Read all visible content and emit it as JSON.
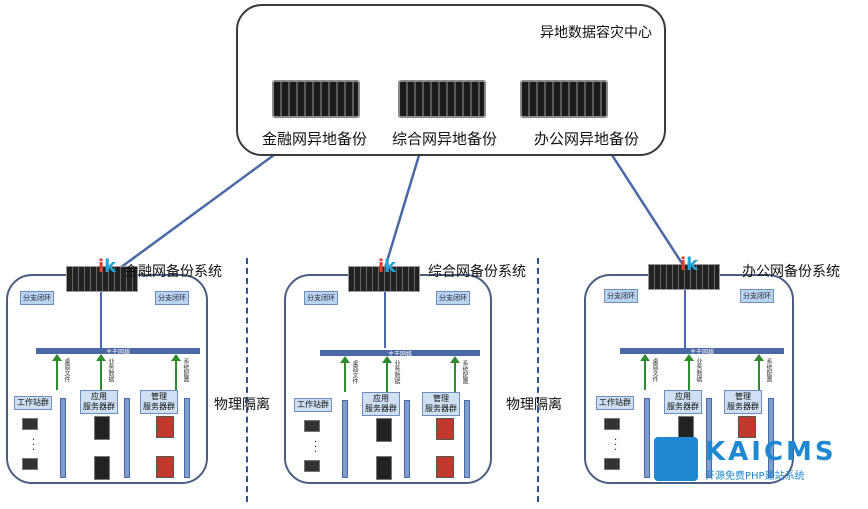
{
  "center": {
    "title": "异地数据容灾中心"
  },
  "backups": [
    {
      "label": "金融网异地备份"
    },
    {
      "label": "综合网异地备份"
    },
    {
      "label": "办公网异地备份"
    }
  ],
  "systems": [
    {
      "title": "金融网备份系统"
    },
    {
      "title": "综合网备份系统"
    },
    {
      "title": "办公网备份系统"
    }
  ],
  "logo": {
    "k": "k",
    "i": "i"
  },
  "labels": {
    "branch_ring": "分支闭环",
    "backbone": "主干网络",
    "workstation": "工作站群",
    "app_servers": "应用\n服务器群",
    "mgmt_servers": "管理\n服务器群",
    "v1": "桌面文件",
    "v2": "业务数据",
    "v3": "系统配置",
    "isolation": "物理隔离"
  },
  "watermark": {
    "title": "KAICMS",
    "subtitle": "开源免费PHP建站系统"
  },
  "colors": {
    "link": "#4a68a5",
    "arrow": "#2e8b2e"
  }
}
